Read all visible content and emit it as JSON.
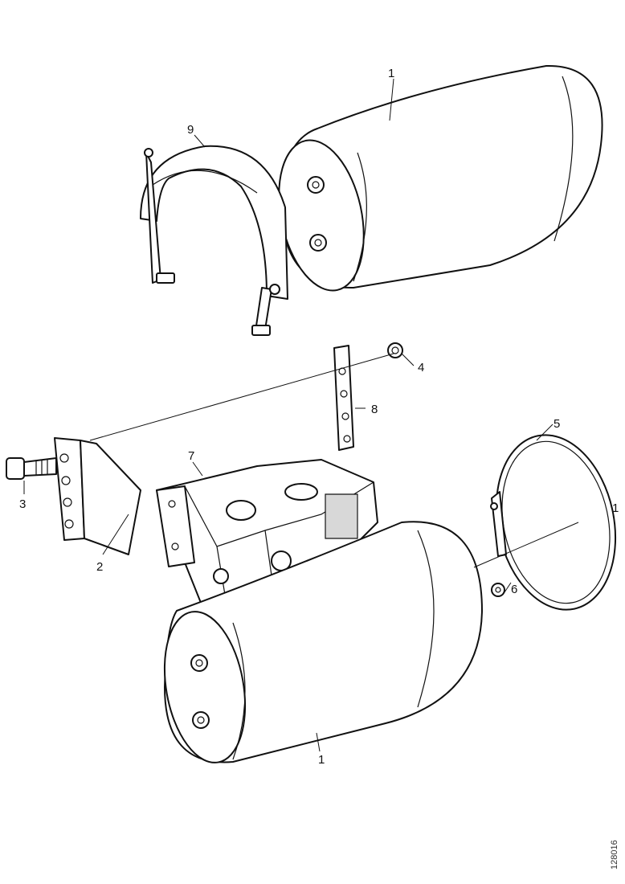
{
  "drawing": {
    "code": "128016",
    "callouts": {
      "tank_upper": "1",
      "tank_lower": "1",
      "axis_mark": "1",
      "bracket_left": "2",
      "bolt": "3",
      "nut_upper": "4",
      "strap_ring": "5",
      "nut_lower": "6",
      "bracket_main": "7",
      "plate": "8",
      "strap_upper": "9"
    }
  }
}
